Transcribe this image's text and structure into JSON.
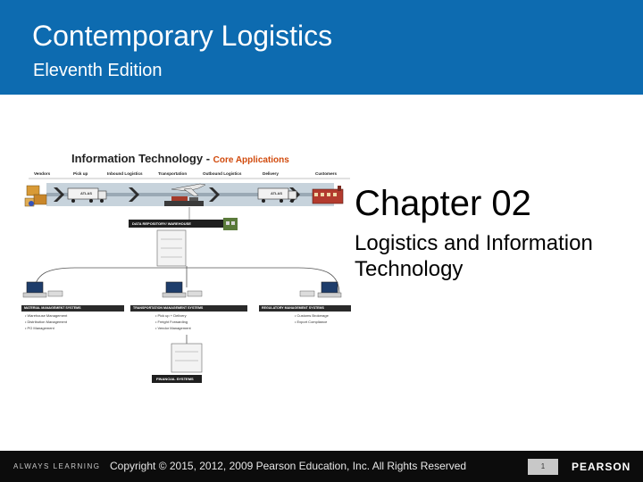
{
  "header": {
    "title": "Contemporary Logistics",
    "subtitle": "Eleventh Edition",
    "bg_color": "#0d6bb0"
  },
  "diagram": {
    "title": "Information Technology - ",
    "title_accent": "Core Applications",
    "stages": [
      "Vendors",
      "Pick up",
      "Inbound Logistics",
      "Transportation",
      "Outbound Logistics",
      "Delivery",
      "Customers"
    ],
    "truck_label": "ATLAS",
    "warehouse": "DATA REPOSITORY/ WAREHOUSE",
    "systems": [
      {
        "name": "MATERIAL MANAGEMENT SYSTEMS",
        "items": [
          "• Warehouse Management",
          "• Distribution Management",
          "• PO Management"
        ]
      },
      {
        "name": "TRANSPORTATION MANAGEMENT SYSTEMS",
        "items": [
          "• Pick up + Delivery",
          "• Freight Forwarding",
          "• Vendor Management"
        ]
      },
      {
        "name": "REGULATORY MANAGEMENT SYSTEMS",
        "items": [
          "• Customs Brokerage",
          "• Export Compliance"
        ]
      }
    ],
    "financial": "FINANCIAL SYSTEMS"
  },
  "chapter": {
    "title": "Chapter 02",
    "subtitle": "Logistics and Information Technology"
  },
  "footer": {
    "left": "ALWAYS LEARNING",
    "copyright": "Copyright © 2015, 2012, 2009 Pearson Education, Inc. All Rights Reserved",
    "page": "1",
    "brand": "PEARSON"
  }
}
